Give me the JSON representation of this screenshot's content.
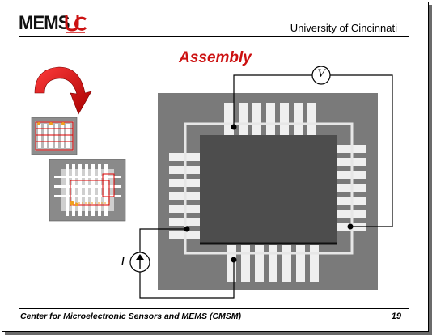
{
  "header": {
    "logo_text": "MEMS",
    "university": "University of Cincinnati"
  },
  "slide": {
    "title": "Assembly"
  },
  "figure": {
    "voltmeter_symbol": "V",
    "current_source_symbol": "I"
  },
  "footer": {
    "center_name": "Center for Microelectronic Sensors and MEMS (CMSM)",
    "page_number": "19"
  },
  "colors": {
    "title_red": "#cc1111",
    "arrow_red": "#dd0000",
    "photo_gray": "#7a7a7a"
  }
}
